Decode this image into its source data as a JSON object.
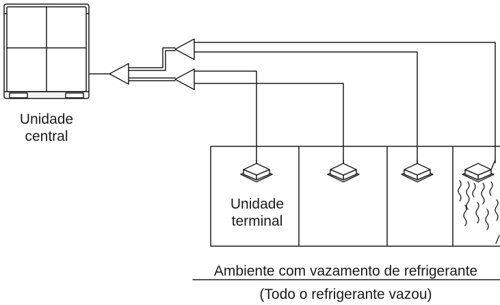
{
  "labels": {
    "central_unit": [
      "Unidade",
      "central"
    ],
    "terminal_unit": [
      "Unidade",
      "terminal"
    ],
    "room_caption": "Ambiente com vazamento de refrigerante",
    "room_note": "(Todo o refrigerante vazou)"
  },
  "colors": {
    "line": "#1a1a1a",
    "background": "#ffffff",
    "unit_fill": "#f2f2f2"
  },
  "icons": {
    "outdoor_unit": "outdoor-unit-icon",
    "indoor_unit": "ceiling-cassette-icon",
    "refnet": "branch-joint-icon",
    "leak": "refrigerant-leak-icon"
  }
}
